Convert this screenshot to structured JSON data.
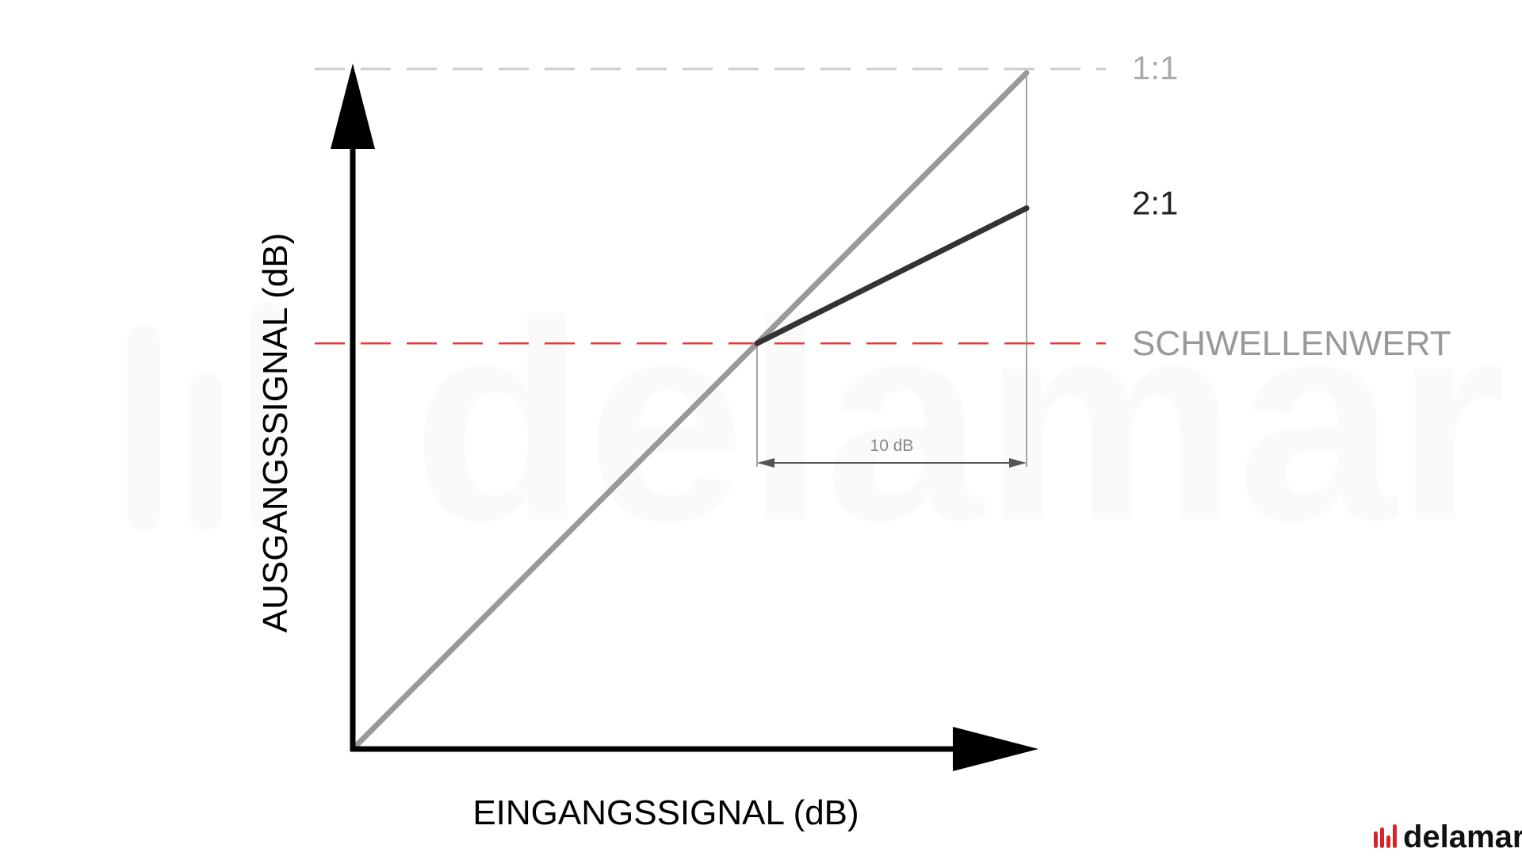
{
  "chart_data": {
    "type": "line",
    "title": "",
    "xlabel": "EINGANGSSIGNAL (dB)",
    "ylabel": "AUSGANGSSIGNAL (dB)",
    "xlim": [
      0,
      40
    ],
    "ylim": [
      0,
      40
    ],
    "threshold": {
      "label": "SCHWELLENWERT",
      "value": 24,
      "color": "#e03c3c"
    },
    "series": [
      {
        "name": "1:1",
        "color": "#999999",
        "points": [
          [
            0,
            0
          ],
          [
            40,
            40
          ]
        ]
      },
      {
        "name": "2:1",
        "color": "#333333",
        "points": [
          [
            24,
            24
          ],
          [
            40,
            32
          ]
        ]
      }
    ],
    "top_reference_color": "#cccccc",
    "annotation": {
      "label": "10 dB",
      "from": 24,
      "to": 40,
      "color": "#555555"
    },
    "axis_color": "#000000"
  },
  "brand": {
    "name": "delamar",
    "accent_color": "#d6242a",
    "watermark_text": "delamar"
  }
}
